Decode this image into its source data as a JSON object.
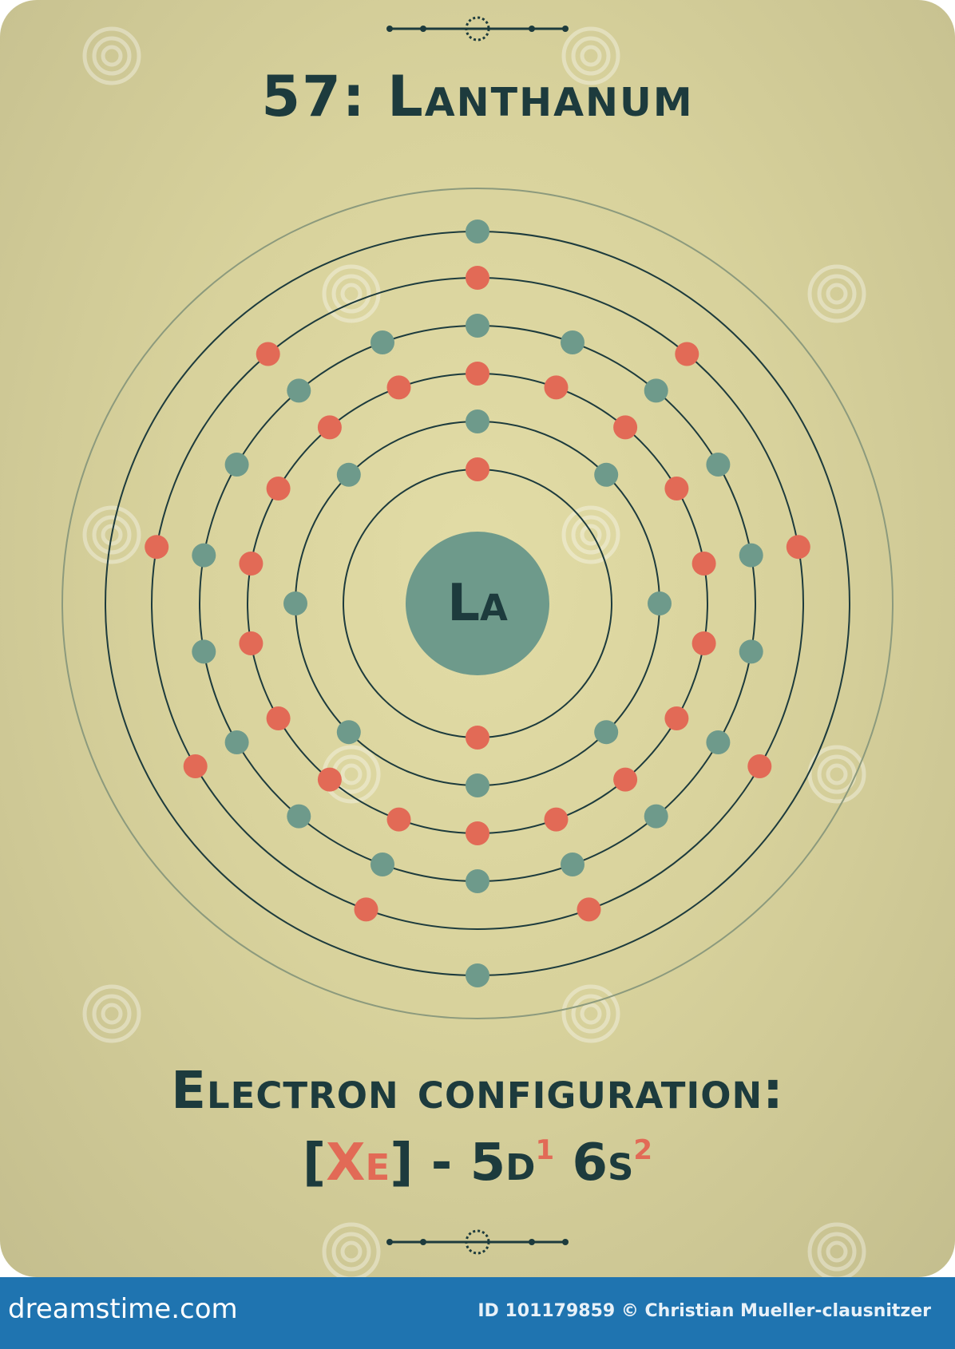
{
  "card": {
    "title": "57: Lanthanum",
    "element_symbol": "La",
    "config_heading": "Electron configuration:",
    "config": {
      "core_open": "[",
      "core": "Xe",
      "core_close": "]",
      "rest": " - 5d",
      "sup1": "1",
      "shell2": " 6s",
      "sup2": "2"
    },
    "shells": [
      2,
      8,
      18,
      18,
      9,
      2
    ],
    "colors": {
      "background": "#d8d29c",
      "text": "#1d3b3d",
      "electron_teal": "#6e9a8b",
      "electron_red": "#e26a56",
      "orbit": "#1d3b3d"
    }
  },
  "watermark": {
    "text": "dreamstime"
  },
  "footer": {
    "brand": "dreamstime.com",
    "credit": "ID 101179859 © Christian Mueller-clausnitzer"
  }
}
